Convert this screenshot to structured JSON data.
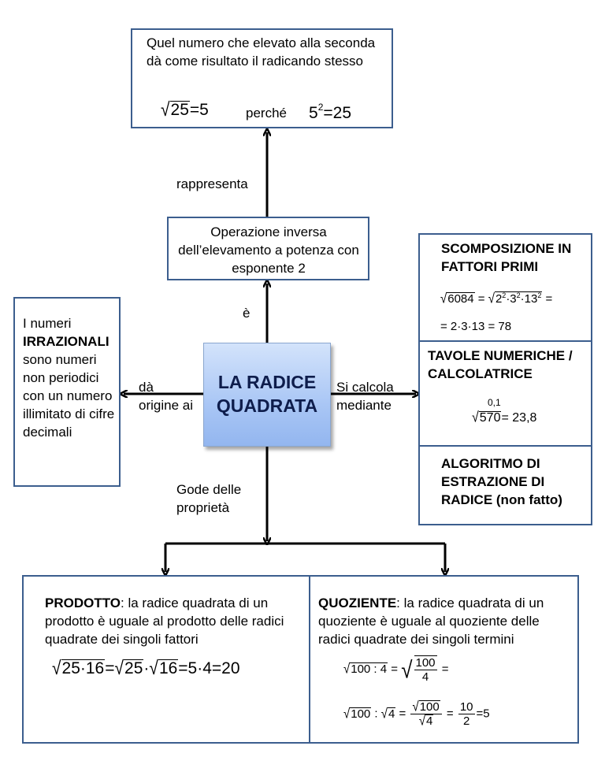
{
  "top_box": {
    "text": "Quel numero che elevato alla seconda dà come risultato il radicando stesso",
    "eq_radicand": "25",
    "eq_result": "=5",
    "because": "perché",
    "pow_base": "5",
    "pow_exp": "2",
    "pow_result": "=25"
  },
  "labels": {
    "rappresenta": "rappresenta",
    "e": "è",
    "da_origine": "dà origine ai",
    "si_calcola": "Si calcola mediante",
    "gode": "Gode delle proprietà"
  },
  "operation_box": {
    "text": "Operazione inversa dell’elevamento a potenza con esponente 2"
  },
  "center": {
    "title": "LA RADICE QUADRATA"
  },
  "irrational_box": {
    "prefix": "I numeri",
    "bold": "IRRAZIONALI",
    "rest": "sono numeri non periodici con un numero illimitato di cifre decimali"
  },
  "methods": {
    "factor_title": "SCOMPOSIZIONE IN FATTORI PRIMI",
    "factor_radicand": "6084",
    "factor_eq2": "= 2·3·13 = 78",
    "tables_title": "TAVOLE NUMERICHE / CALCOLATRICE",
    "tables_precision": "0,1",
    "tables_radicand": "570",
    "tables_result": "= 23,8",
    "algo_title": "ALGORITMO DI ESTRAZIONE DI RADICE (non fatto)"
  },
  "product_box": {
    "bold": "PRODOTTO",
    "text": ": la radice quadrata di un prodotto è uguale al prodotto delle radici quadrate dei singoli fattori",
    "eq_result": "=5·4=20"
  },
  "quotient_box": {
    "bold": "QUOZIENTE",
    "text": ": la radice quadrata di un quoziente è uguale al quoziente delle radici quadrate dei singoli termini",
    "eq1_left": "100 : 4",
    "eq1_num": "100",
    "eq1_den": "4",
    "eq2_result": "=5"
  }
}
